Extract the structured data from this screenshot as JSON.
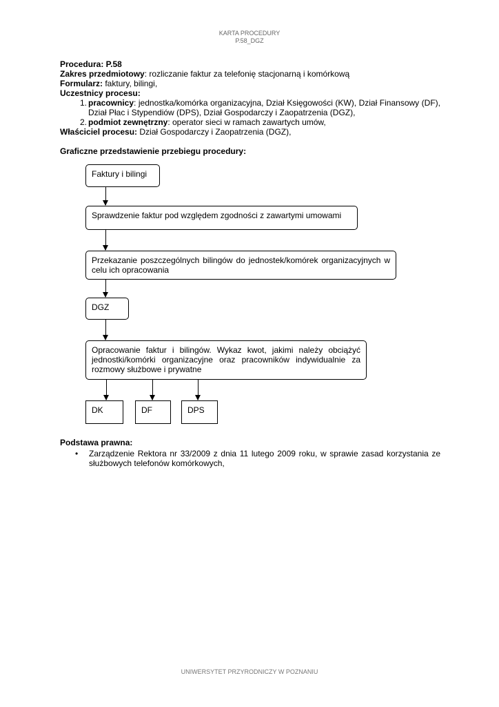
{
  "header": {
    "line1": "KARTA PROCEDURY",
    "line2": "P.58_DGZ"
  },
  "procedure": {
    "label": "Procedura: P.58",
    "scope_label": "Zakres przedmiotowy",
    "scope_text": ": rozliczanie faktur za telefonię stacjonarną i komórkową",
    "form_label": "Formularz:",
    "form_text": " faktury, bilingi,",
    "participants_label": "Uczestnicy procesu:",
    "participants": [
      {
        "num": "1.",
        "label": "pracownicy",
        "text": ": jednostka/komórka organizacyjna, Dział Księgowości (KW), Dział Finansowy (DF), Dział Płac i Stypendiów (DPS), Dział Gospodarczy i Zaopatrzenia (DGZ),"
      },
      {
        "num": "2.",
        "label": "podmiot zewnętrzny",
        "text": ": operator sieci w ramach zawartych umów,"
      }
    ],
    "owner_label": "Właściciel procesu:",
    "owner_text": " Dział Gospodarczy i Zaopatrzenia (DGZ),",
    "graphic_heading": "Graficzne przedstawienie przebiegu procedury:"
  },
  "flow": {
    "step1": "Faktury i bilingi",
    "step2": "Sprawdzenie faktur pod względem zgodności z zawartymi umowami",
    "step3": "Przekazanie poszczególnych bilingów do jednostek/komórek organizacyjnych w celu ich opracowania",
    "step4": "DGZ",
    "step5": "Opracowanie faktur i bilingów. Wykaz kwot, jakimi należy obciążyć jednostki/komórki organizacyjne oraz pracowników indywidualnie za rozmowy służbowe i prywatne",
    "out1": "DK",
    "out2": "DF",
    "out3": "DPS"
  },
  "legal": {
    "heading": "Podstawa prawna:",
    "bullet": "•",
    "item": "Zarządzenie Rektora nr 33/2009 z dnia 11 lutego 2009 roku, w sprawie zasad korzystania ze służbowych telefonów komórkowych,"
  },
  "footer": "UNIWERSYTET PRZYRODNICZY W POZNANIU"
}
